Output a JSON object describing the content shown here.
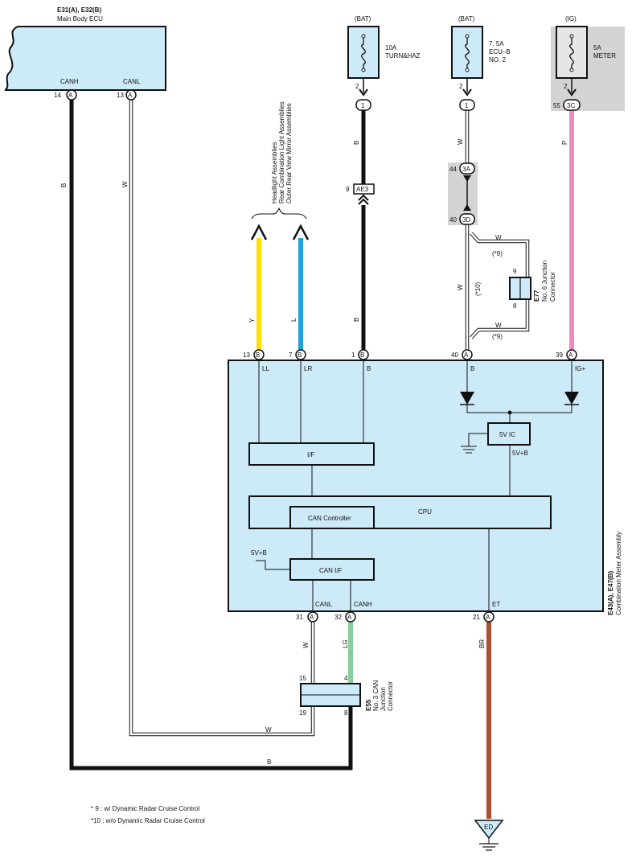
{
  "ecu": {
    "title": "E31(A), E32(B)",
    "name": "Main Body ECU",
    "canh": "CANH",
    "canl": "CANL",
    "pin_canh": "14",
    "pin_canl": "13",
    "conn_a": "A"
  },
  "supplies": [
    {
      "source": "(BAT)",
      "fuse_line1": "10A",
      "fuse_line2": "TURN&HAZ",
      "fuse_line3": "",
      "pin_top": "2",
      "conn": "1"
    },
    {
      "source": "(BAT)",
      "fuse_line1": "7. 5A",
      "fuse_line2": "ECU–B",
      "fuse_line3": "NO. 2",
      "pin_top": "2",
      "conn": "1"
    },
    {
      "source": "(IG)",
      "fuse_line1": "5A",
      "fuse_line2": "METER",
      "fuse_line3": "",
      "pin_top": "2",
      "conn": "3C",
      "pin_conn": "55"
    }
  ],
  "headlights": {
    "line1": "Headlight Assemblies",
    "line2": "Rear Combination Light Assemblies",
    "line3": "Outer Rear View Mirror Assemblies"
  },
  "wire_colors": {
    "ll": "Y",
    "lr": "L",
    "bat1_upper": "B",
    "bat1_lower": "B",
    "ecub_upper": "W",
    "ecub_lower": "W",
    "ig": "P",
    "canl_ecu": "W",
    "canh_ecu": "B",
    "meter_canl": "W",
    "meter_canh": "LG",
    "et": "BR",
    "junction_w_top": "W",
    "junction_w_bot": "W",
    "w_bottom": "W",
    "b_bottom": "B"
  },
  "inline_connectors": {
    "ae3_pin": "9",
    "ae3": "AE3",
    "c3a_pin": "44",
    "c3a": "3A",
    "c3d_pin": "40",
    "c3d": "3D"
  },
  "junction_e77": {
    "code": "E77",
    "name1": "No. 6 Junction",
    "name2": "Connector",
    "pin_top": "9",
    "pin_bot": "8",
    "note_top": "(*9)",
    "note_mid": "(*10)",
    "note_bot": "(*9)"
  },
  "meter": {
    "code": "E43(A), E47(B)",
    "name": "Combination Meter Assembly",
    "pins_top": [
      {
        "pin": "13",
        "conn": "B",
        "label": "LL"
      },
      {
        "pin": "7",
        "conn": "B",
        "label": "LR"
      },
      {
        "pin": "1",
        "conn": "B",
        "label": "B"
      },
      {
        "pin": "40",
        "conn": "A",
        "label": "B"
      },
      {
        "pin": "39",
        "conn": "A",
        "label": "IG+"
      }
    ],
    "pins_bottom": [
      {
        "pin": "31",
        "conn": "A",
        "label": "CANL"
      },
      {
        "pin": "32",
        "conn": "A",
        "label": "CANH"
      },
      {
        "pin": "21",
        "conn": "A",
        "label": "ET"
      }
    ],
    "if_label": "I/F",
    "cpu_label": "CPU",
    "can_controller": "CAN Controller",
    "can_if": "CAN I/F",
    "vic_label": "5V IC",
    "vb_label": "5V+B",
    "vb_label2": "5V+B"
  },
  "junction_e55": {
    "code": "E55",
    "name1": "No. 3 CAN",
    "name2": "Junction",
    "name3": "Connector",
    "pin_tl": "15",
    "pin_tr": "4",
    "pin_bl": "19",
    "pin_br": "8"
  },
  "ground": {
    "label": "ED"
  },
  "footnotes": {
    "n9": "* 9 : w/ Dynamic Radar Cruise Control",
    "n10": "*10 : w/o Dynamic Radar Cruise Control"
  },
  "colors": {
    "box_fill": "#cdeaf8",
    "shade": "#d4d4d4",
    "yellow": "#ffe000",
    "blue": "#1fa3e0",
    "pink": "#ee8ac0",
    "green": "#88cf9c",
    "brown": "#a8512e",
    "black": "#111111"
  }
}
